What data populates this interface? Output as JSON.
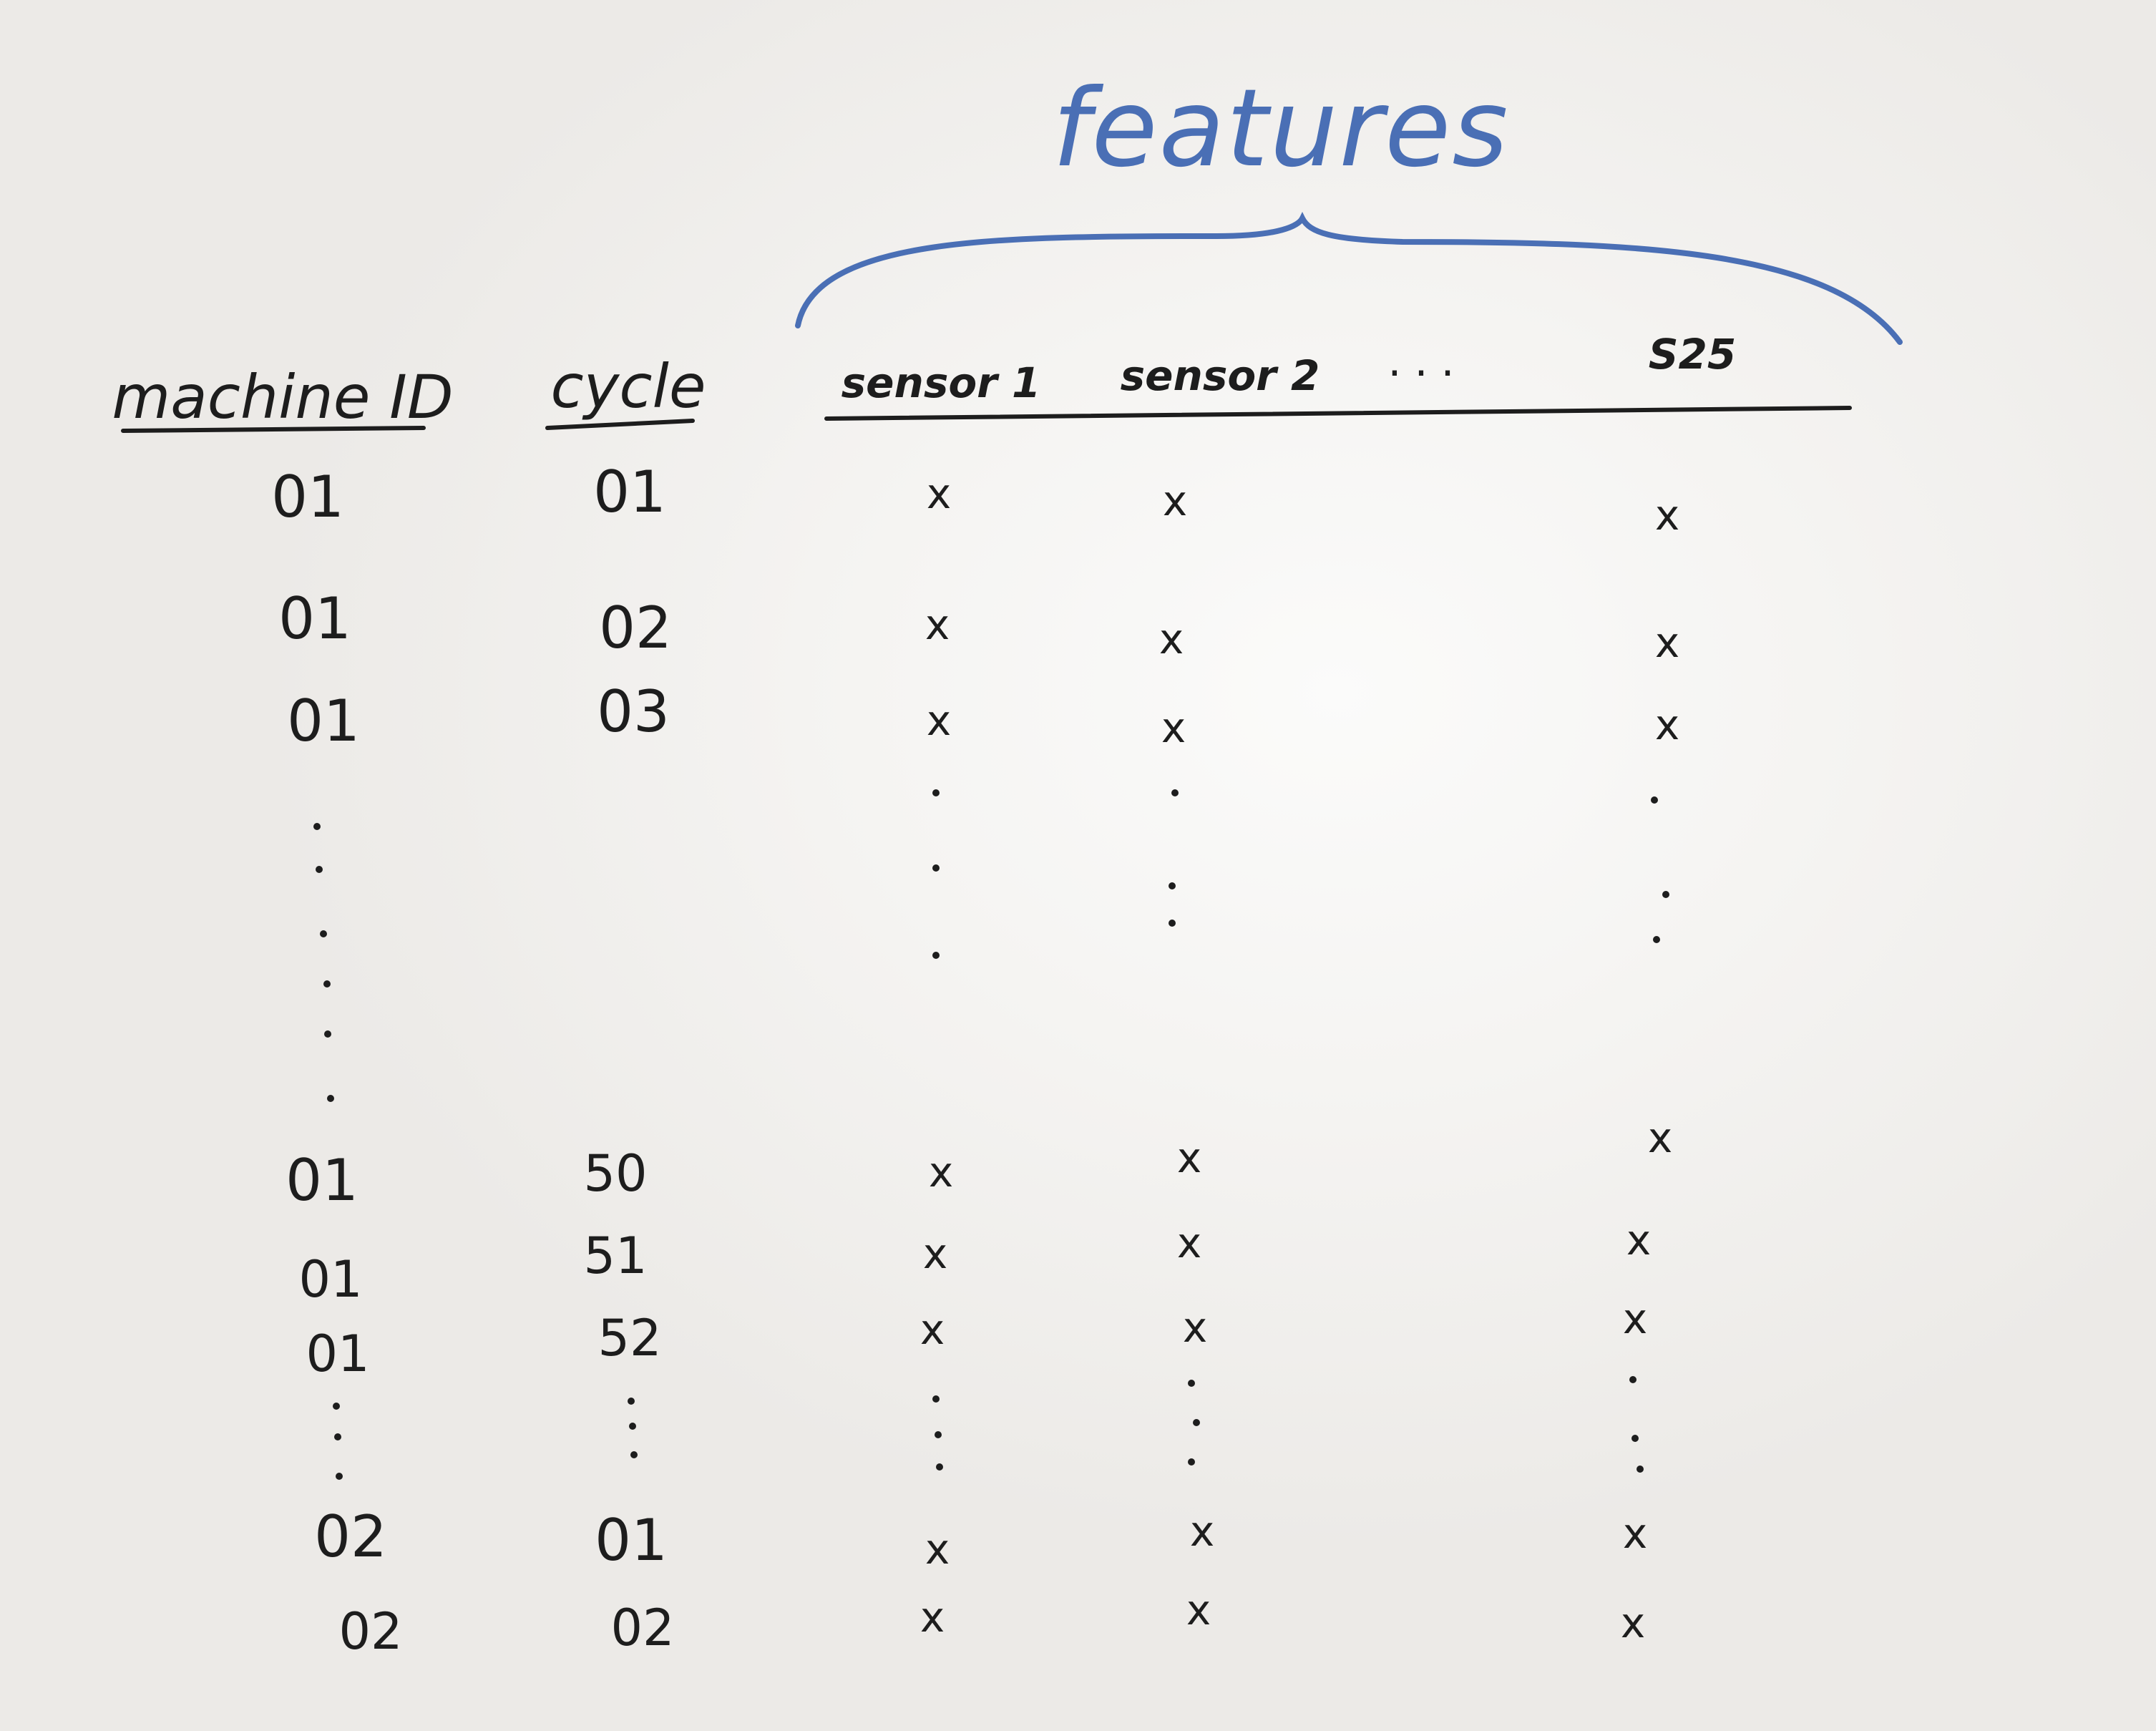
{
  "board": {
    "features_label": "features",
    "brace_color": "#4a6fb5",
    "headers": {
      "machine_id": "machine ID",
      "cycle": "cycle",
      "sensor_1": "sensor 1",
      "sensor_2": "sensor 2",
      "ellipsis": "...",
      "sensor_last": "S25"
    },
    "rows": [
      {
        "machine_id": "01",
        "cycle": "01",
        "s1": "x",
        "s2": "x",
        "s25": "x"
      },
      {
        "machine_id": "01",
        "cycle": "02",
        "s1": "x",
        "s2": "x",
        "s25": "x"
      },
      {
        "machine_id": "01",
        "cycle": "03",
        "s1": "x",
        "s2": "x",
        "s25": "x"
      },
      {
        "machine_id": "01",
        "cycle": "50",
        "s1": "x",
        "s2": "x",
        "s25": "x"
      },
      {
        "machine_id": "01",
        "cycle": "51",
        "s1": "x",
        "s2": "x",
        "s25": "x"
      },
      {
        "machine_id": "01",
        "cycle": "52",
        "s1": "x",
        "s2": "x",
        "s25": "x"
      },
      {
        "machine_id": "02",
        "cycle": "01",
        "s1": "x",
        "s2": "x",
        "s25": "x"
      },
      {
        "machine_id": "02",
        "cycle": "02",
        "s1": "x",
        "s2": "x",
        "s25": "x"
      }
    ]
  }
}
